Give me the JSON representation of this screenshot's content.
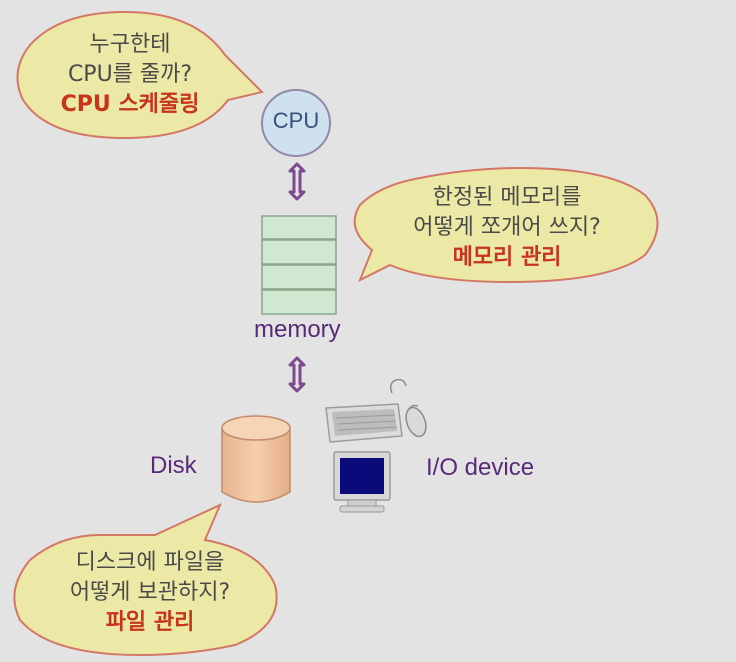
{
  "cpu": {
    "label": "CPU"
  },
  "memory": {
    "label": "memory"
  },
  "disk": {
    "label": "Disk"
  },
  "io": {
    "label": "I/O device"
  },
  "bubbles": {
    "cpu_scheduling": {
      "line1": "누구한테",
      "line2": "CPU를 줄까?",
      "highlight": "CPU 스케줄링"
    },
    "memory_management": {
      "line1": "한정된 메모리를",
      "line2": "어떻게 쪼개어 쓰지?",
      "highlight": "메모리 관리"
    },
    "file_management": {
      "line1": "디스크에 파일을",
      "line2": "어떻게 보관하지?",
      "highlight": "파일 관리"
    }
  },
  "colors": {
    "background": "#e4e3e3",
    "bubble_fill": "#ece9a6",
    "bubble_stroke": "#d47766",
    "highlight_text": "#c8331e",
    "label_text": "#5a2a78",
    "cpu_fill": "#cfe0ef",
    "memory_fill": "#cfe8cf",
    "disk_fill": "#eec29c"
  }
}
